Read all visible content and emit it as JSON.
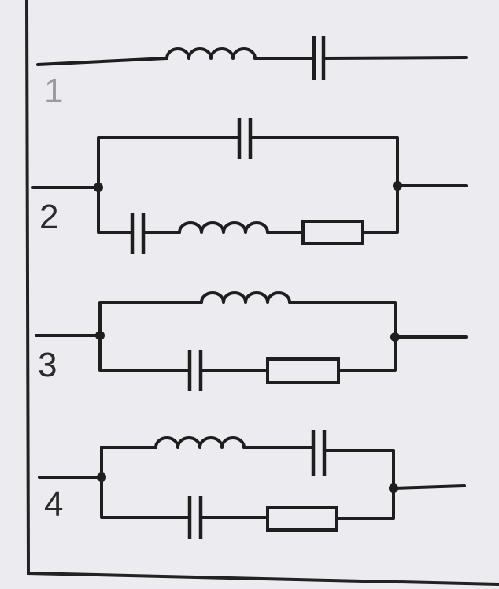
{
  "circuits": [
    {
      "id": "1",
      "label": "1",
      "topology": "series",
      "elements": [
        "inductor",
        "capacitor"
      ]
    },
    {
      "id": "2",
      "label": "2",
      "topology": "parallel",
      "branches": [
        [
          "capacitor"
        ],
        [
          "capacitor",
          "inductor",
          "resistor"
        ]
      ]
    },
    {
      "id": "3",
      "label": "3",
      "topology": "parallel",
      "branches": [
        [
          "inductor"
        ],
        [
          "capacitor",
          "resistor"
        ]
      ]
    },
    {
      "id": "4",
      "label": "4",
      "topology": "parallel",
      "branches": [
        [
          "inductor",
          "capacitor"
        ],
        [
          "capacitor",
          "resistor"
        ]
      ]
    }
  ],
  "colors": {
    "ink": "#1e1e1e",
    "paper": "#ececf0",
    "background": "#cfcfd3"
  }
}
